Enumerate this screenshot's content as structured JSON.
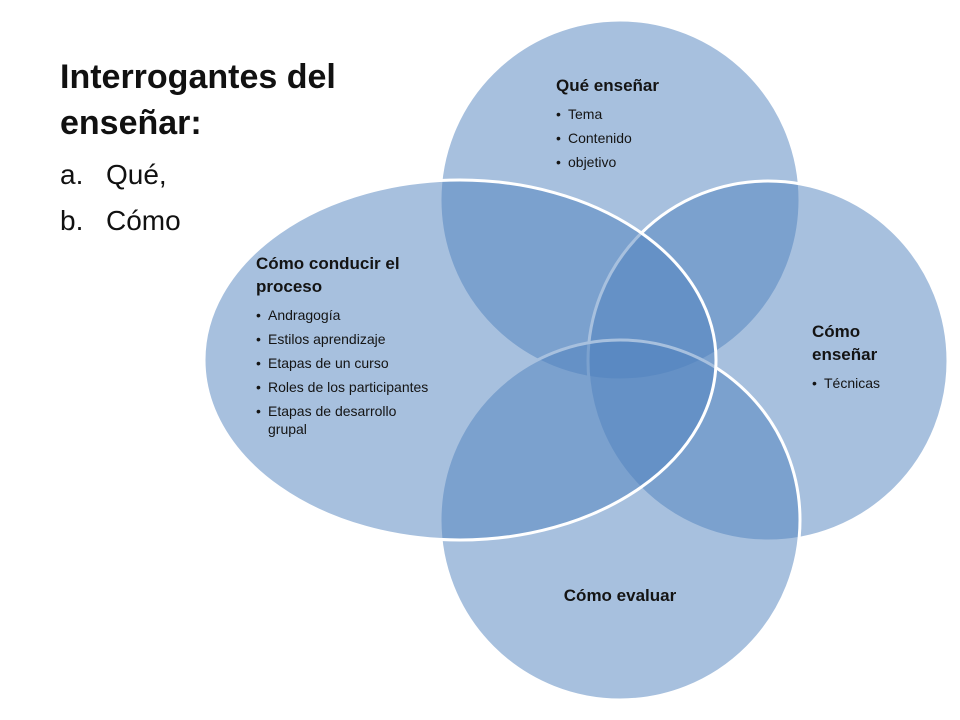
{
  "slide": {
    "title": "Interrogantes del enseñar:",
    "questions": [
      {
        "marker": "a.",
        "text": "Qué,"
      },
      {
        "marker": "b.",
        "text": "Cómo"
      }
    ]
  },
  "diagram": {
    "colors": {
      "fill": "#4F81BD",
      "fill_light": "#A7BFDE",
      "stroke": "#FFFFFF"
    },
    "top": {
      "heading": "Qué enseñar",
      "items": [
        "Tema",
        "Contenido",
        "objetivo"
      ]
    },
    "right": {
      "heading": "Cómo enseñar",
      "items": [
        "Técnicas"
      ]
    },
    "bottom": {
      "heading": "Cómo evaluar"
    },
    "left": {
      "heading": "Cómo conducir el proceso",
      "items": [
        "Andragogía",
        "Estilos aprendizaje",
        "Etapas de un curso",
        "Roles de los participantes",
        "Etapas de desarrollo grupal"
      ]
    }
  }
}
